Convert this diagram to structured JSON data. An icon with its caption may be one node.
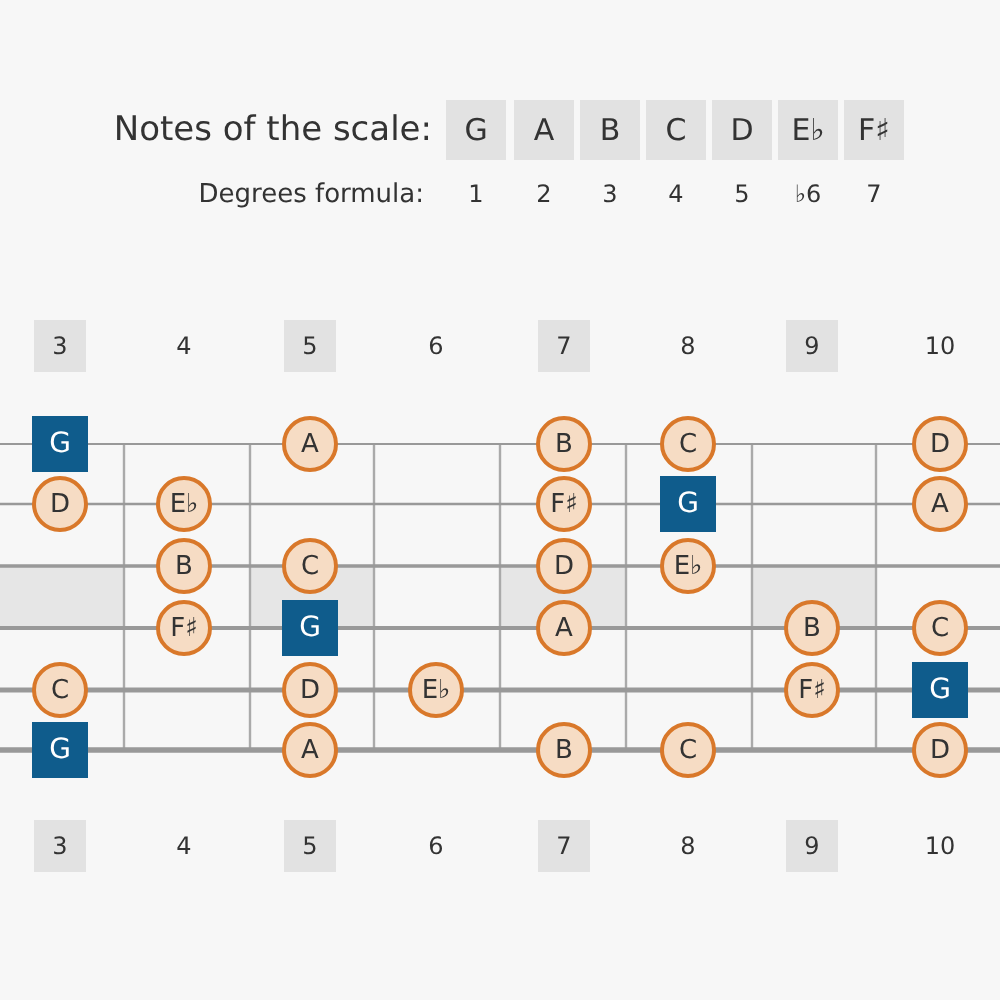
{
  "diagram": {
    "title": "Notes of the scale:",
    "nodes": [
      {
        "text": [
          "G"
        ]
      },
      {
        "text": [
          "A"
        ]
      },
      {
        "text": [
          "B"
        ]
      },
      {
        "text": [
          "C"
        ]
      },
      {
        "text": [
          "D"
        ]
      },
      {
        "text": [
          "D"
        ]
      },
      {
        "text": [
          "E♭"
        ]
      },
      {
        "text": [
          "F♯"
        ]
      },
      {
        "text": [
          "G"
        ]
      },
      {
        "text": [
          "A"
        ]
      },
      {
        "text": [
          "B"
        ]
      },
      {
        "text": [
          "C"
        ]
      },
      {
        "text": [
          "D"
        ]
      },
      {
        "text": [
          "E♭"
        ]
      },
      {
        "text": [
          "F♯"
        ]
      },
      {
        "text": [
          "G"
        ]
      },
      {
        "text": [
          "A"
        ]
      },
      {
        "text": [
          "B"
        ]
      },
      {
        "text": [
          "C"
        ]
      },
      {
        "text": [
          "C"
        ]
      },
      {
        "text": [
          "D"
        ]
      },
      {
        "text": [
          "E♭"
        ]
      },
      {
        "text": [
          "F♯"
        ]
      },
      {
        "text": [
          "G"
        ]
      },
      {
        "text": [
          "G"
        ]
      },
      {
        "text": [
          "A"
        ]
      },
      {
        "text": [
          "B"
        ]
      },
      {
        "text": [
          "C"
        ]
      },
      {
        "text": [
          "D"
        ]
      }
    ],
    "labels": [
      "G",
      "A",
      "B",
      "C",
      "D",
      "E♭",
      "F♯",
      "Degrees formula:",
      "1",
      "2",
      "3",
      "4",
      "5",
      "♭6",
      "7",
      "3",
      "4",
      "5",
      "6",
      "7",
      "8",
      "9",
      "10",
      "3",
      "4",
      "5",
      "6",
      "7",
      "8",
      "9",
      "10"
    ]
  }
}
